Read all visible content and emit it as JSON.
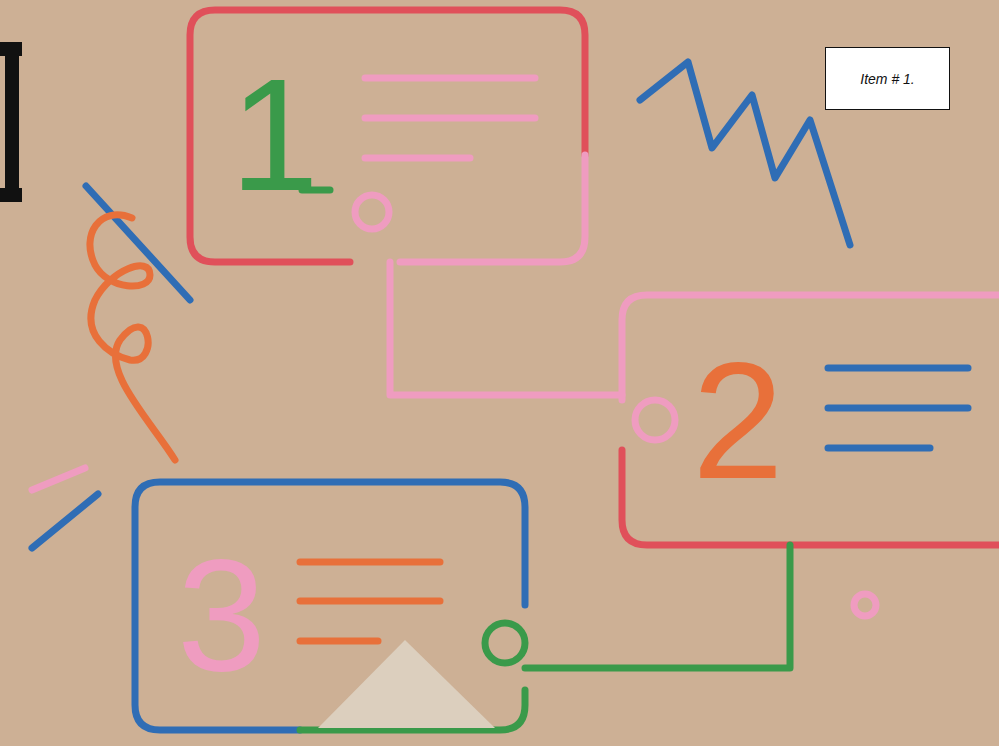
{
  "diagram": {
    "nodes": [
      {
        "text": [
          "1"
        ]
      },
      {
        "text": [
          "Item # 1."
        ]
      },
      {
        "text": [
          "2"
        ]
      },
      {
        "text": [
          "3"
        ]
      }
    ],
    "edges": [
      {
        "from": 0,
        "to": 2,
        "arrow": "none"
      },
      {
        "from": 2,
        "to": 3,
        "arrow": "none"
      }
    ]
  }
}
